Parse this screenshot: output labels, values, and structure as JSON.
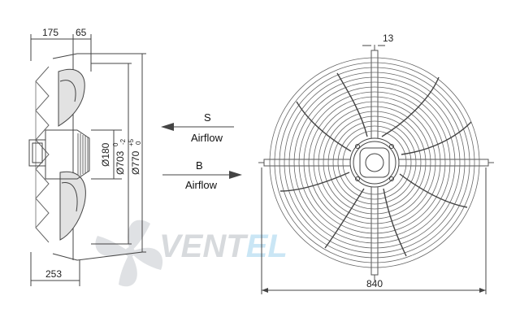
{
  "dimensions": {
    "side_top_left": "175",
    "side_top_right": "65",
    "side_bottom": "253",
    "diameter_hub": "Ø180",
    "diameter_inner": "Ø703",
    "diameter_inner_tol_top": "0",
    "diameter_inner_tol_bot": "-2",
    "diameter_outer": "Ø770",
    "diameter_outer_tol_top": "+5",
    "diameter_outer_tol_bot": "0",
    "front_bracket": "13",
    "front_width": "840"
  },
  "airflow": {
    "s_label": "S",
    "s_text": "Airflow",
    "b_label": "B",
    "b_text": "Airflow"
  },
  "watermark": {
    "text_dark": "VENT",
    "text_accent": "EL",
    "color_dark": "#b8bcc2",
    "color_accent": "#9fd3ee"
  },
  "colors": {
    "line": "#444444",
    "blade_fill": "#e2e2e2",
    "guard": "#555555"
  }
}
